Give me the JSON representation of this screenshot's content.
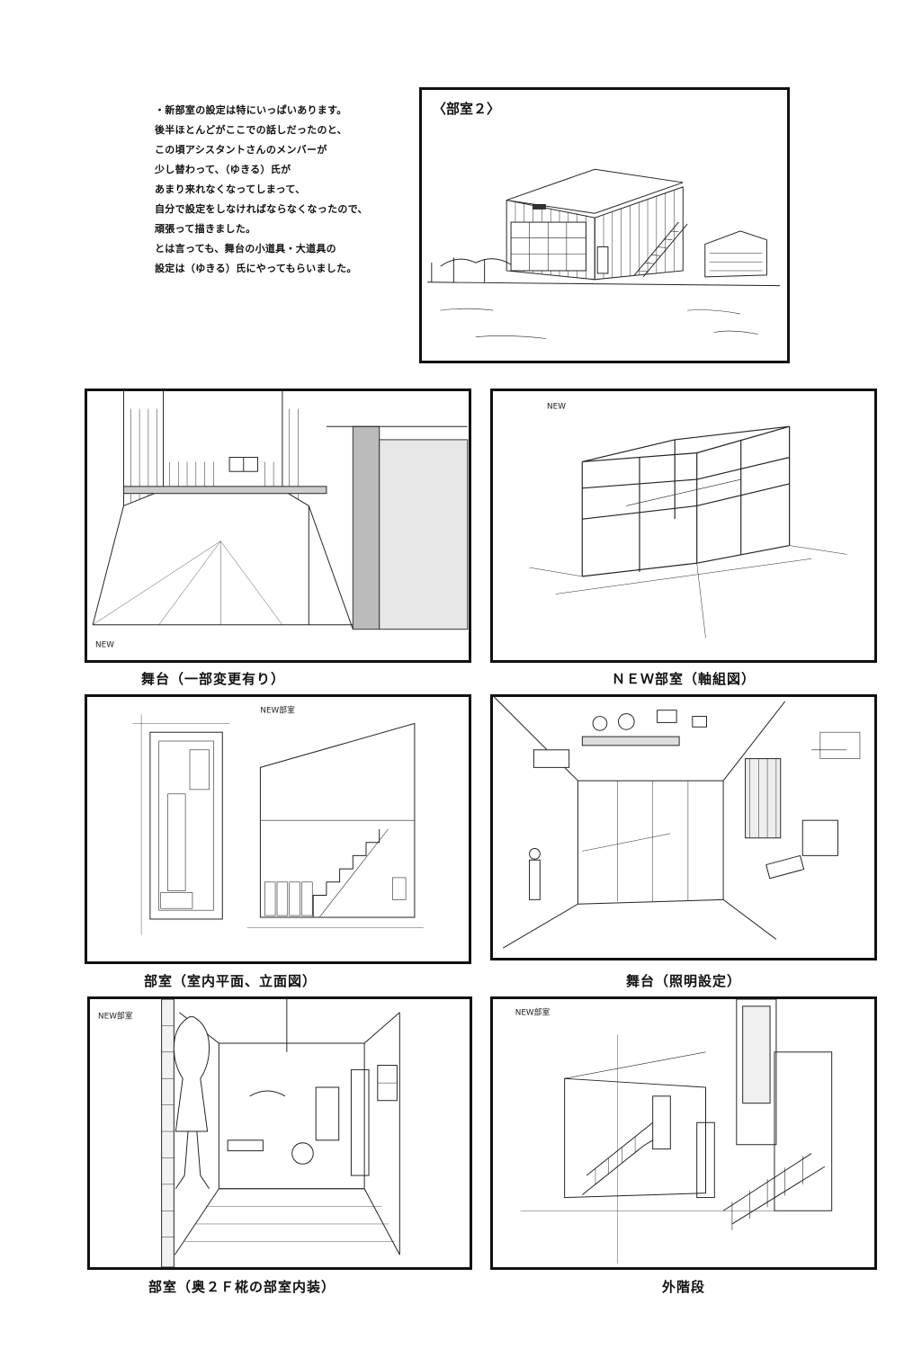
{
  "notes": [
    "・新部室の設定は特にいっぱいあります。",
    "後半ほとんどがここでの話しだったのと、",
    "この頃アシスタントさんのメンバーが",
    "少し替わって、（ゆきる）氏が",
    "あまり来れなくなってしまって、",
    "自分で設定をしなければならなくなったので、",
    "頑張って描きました。",
    "とは言っても、舞台の小道具・大道具の",
    "設定は（ゆきる）氏にやってもらいました。"
  ],
  "reference": {
    "label": "〈部室２〉"
  },
  "panels": {
    "stage": {
      "caption": "舞台（一部変更有り）"
    },
    "frame": {
      "caption": "ＮＥＷ部室（軸組図）"
    },
    "plan": {
      "caption": "部室（室内平面、立面図）"
    },
    "lighting": {
      "caption": "舞台（照明設定）"
    },
    "interior": {
      "caption": "部室（奥２Ｆ椛の部室内装）"
    },
    "stairs": {
      "caption": "外階段"
    }
  },
  "sketch_notes": {
    "new_label": "NEW",
    "new_heya": "NEW部室"
  }
}
